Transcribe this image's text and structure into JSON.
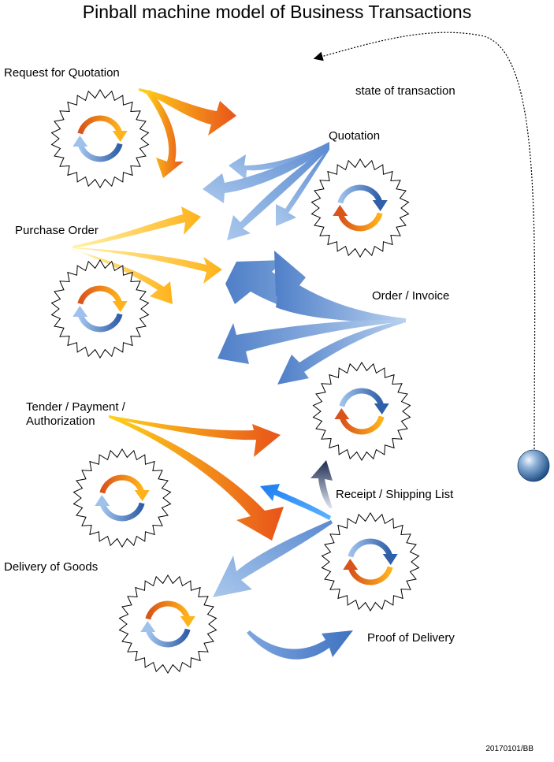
{
  "title": "Pinball machine model of Business Transactions",
  "state_label": "state of transaction",
  "messages": {
    "rfq": "Request for Quotation",
    "quotation": "Quotation",
    "purchase_order": "Purchase Order",
    "order_invoice": "Order / Invoice",
    "tender_payment": "Tender / Payment /\nAuthorization",
    "receipt_shipping": "Receipt / Shipping List",
    "delivery": "Delivery of Goods",
    "proof_of_delivery": "Proof of Delivery"
  },
  "footer": "20170101/BB",
  "colors": {
    "orange_light": "#ffd21a",
    "orange_dark": "#e8541a",
    "blue_light": "#a9c7ec",
    "blue_dark": "#4f7fc8",
    "navy": "#1d2a4e",
    "bright_blue": "#1a7cf0"
  }
}
